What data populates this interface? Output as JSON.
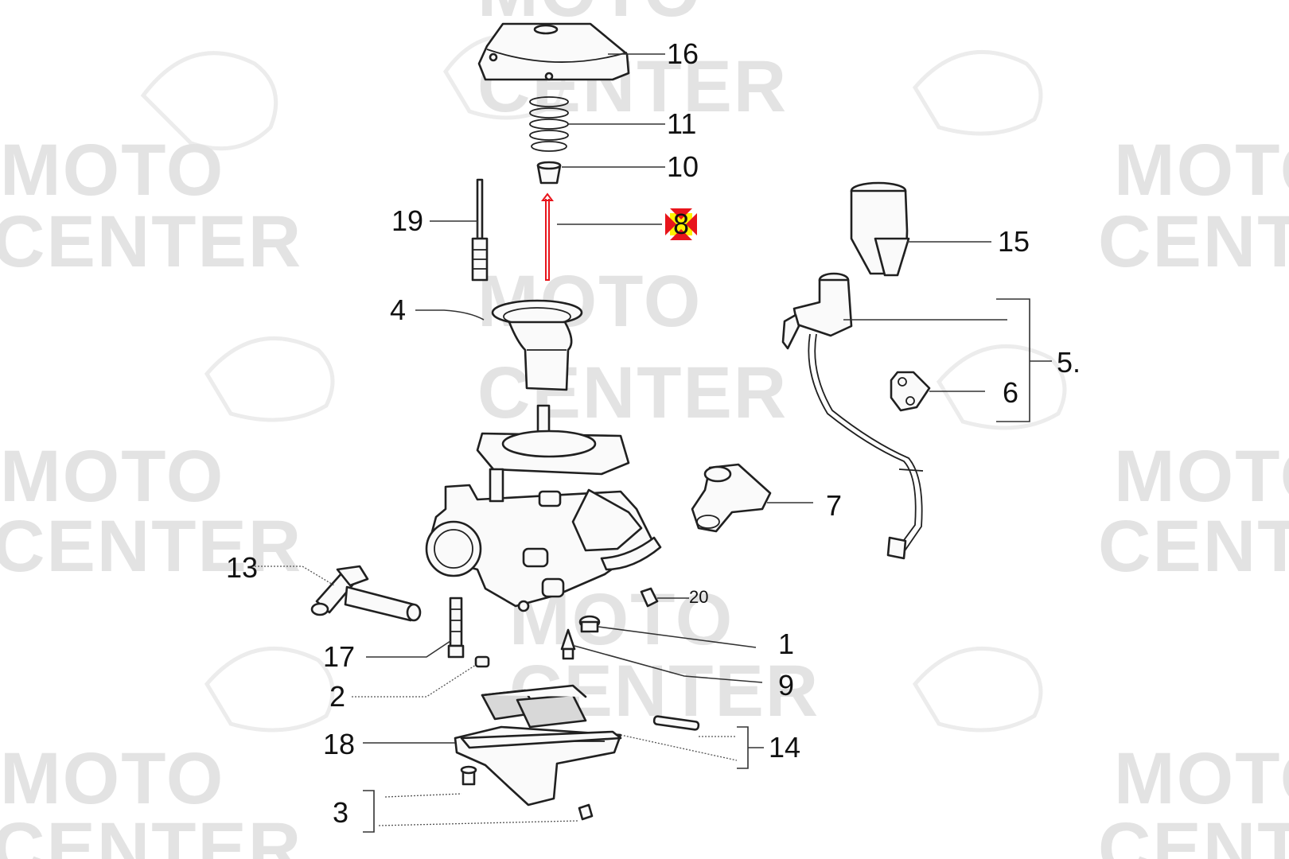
{
  "watermark": {
    "line1": "MOTO",
    "line2": "CENTER"
  },
  "callouts": {
    "p1": "1",
    "p2": "2",
    "p3": "3",
    "p4": "4",
    "p5": "5.",
    "p6": "6",
    "p7": "7",
    "p8": "8",
    "p9": "9",
    "p10": "10",
    "p11": "11",
    "p13": "13",
    "p14": "14",
    "p15": "15",
    "p16": "16",
    "p17": "17",
    "p18": "18",
    "p19": "19",
    "p20": "20"
  },
  "highlight": {
    "selected_part": "8",
    "marker_color": "#e8141b",
    "label_background": "#fff200"
  }
}
